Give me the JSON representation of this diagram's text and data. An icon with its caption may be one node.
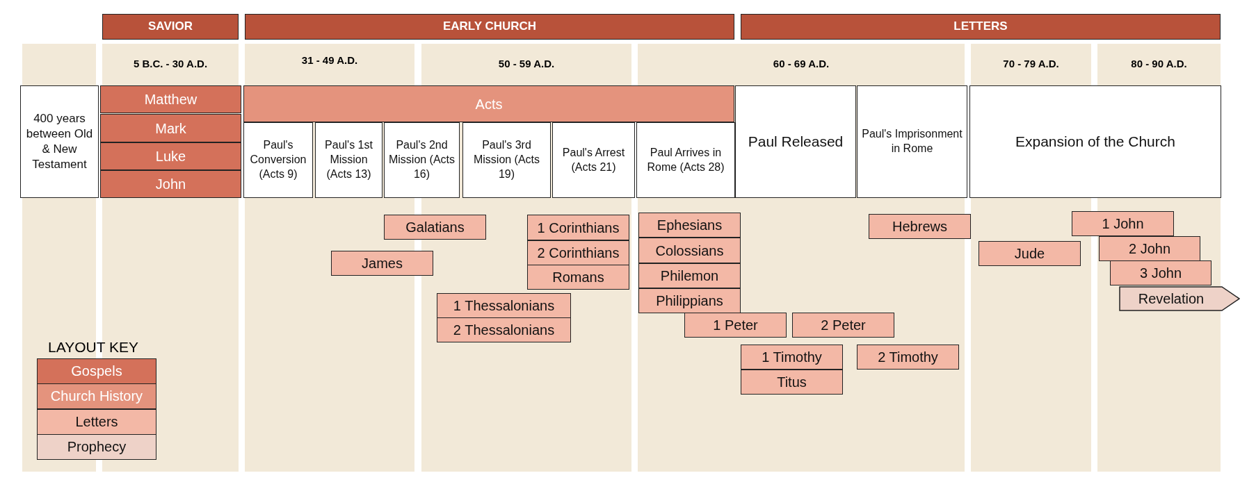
{
  "diagram": {
    "nodes": [
      {
        "text": [
          "SAVIOR"
        ]
      },
      {
        "text": [
          "EARLY CHURCH"
        ]
      },
      {
        "text": [
          "LETTERS"
        ]
      },
      {
        "text": [
          "400 years between Old & New Testament"
        ]
      },
      {
        "text": [
          "Matthew"
        ]
      },
      {
        "text": [
          "Mark"
        ]
      },
      {
        "text": [
          "Luke"
        ]
      },
      {
        "text": [
          "John"
        ]
      },
      {
        "text": [
          "Acts"
        ]
      },
      {
        "text": [
          "Paul's Conversion (Acts 9)"
        ]
      },
      {
        "text": [
          "Paul's 1st Mission (Acts 13)"
        ]
      },
      {
        "text": [
          "Paul's 2nd Mission (Acts 16)"
        ]
      },
      {
        "text": [
          "Paul's 3rd Mission (Acts 19)"
        ]
      },
      {
        "text": [
          "Paul's Arrest (Acts 21)"
        ]
      },
      {
        "text": [
          "Paul Arrives in Rome (Acts 28)"
        ]
      },
      {
        "text": [
          "Paul Released"
        ]
      },
      {
        "text": [
          "Paul's Imprisonment in Rome"
        ]
      },
      {
        "text": [
          "Expansion of the Church"
        ]
      },
      {
        "text": [
          "Galatians"
        ]
      },
      {
        "text": [
          "1 Corinthians"
        ]
      },
      {
        "text": [
          "Ephesians"
        ]
      },
      {
        "text": [
          "Hebrews"
        ]
      },
      {
        "text": [
          "1 John"
        ]
      },
      {
        "text": [
          "2 Corinthians"
        ]
      },
      {
        "text": [
          "Colossians"
        ]
      },
      {
        "text": [
          "Jude"
        ]
      },
      {
        "text": [
          "2 John"
        ]
      },
      {
        "text": [
          "James"
        ]
      },
      {
        "text": [
          "Romans"
        ]
      },
      {
        "text": [
          "Philemon"
        ]
      },
      {
        "text": [
          "3 John"
        ]
      },
      {
        "text": [
          "1 Thessalonians"
        ]
      },
      {
        "text": [
          "Philippians"
        ]
      },
      {
        "text": [
          "Revelation"
        ]
      },
      {
        "text": [
          "2 Thessalonians"
        ]
      },
      {
        "text": [
          "1 Peter"
        ]
      },
      {
        "text": [
          "2 Peter"
        ]
      },
      {
        "text": [
          "1 Timothy"
        ]
      },
      {
        "text": [
          "2 Timothy"
        ]
      },
      {
        "text": [
          "Titus"
        ]
      }
    ],
    "edges": [],
    "labels": [
      "5 B.C. - 30 A.D.",
      "31 - 49 A.D.",
      "50 - 59 A.D.",
      "60 - 69 A.D.",
      "70 - 79 A.D.",
      "80 - 90 A.D.",
      "LAYOUT KEY"
    ],
    "legend": [
      {
        "text": "Gospels",
        "color": "#d4715a"
      },
      {
        "text": "Church History",
        "color": "#e4937d"
      },
      {
        "text": "Letters",
        "color": "#f3b8a6"
      },
      {
        "text": "Prophecy",
        "color": "#eed2c8"
      }
    ]
  }
}
